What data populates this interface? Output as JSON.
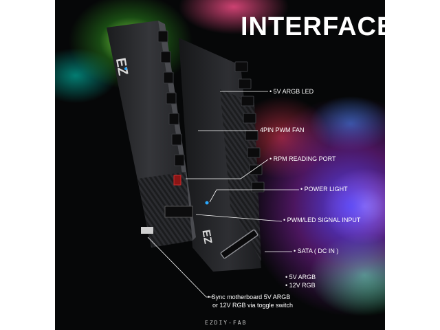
{
  "title": "INTERFACE",
  "labels": {
    "argb_led": "• 5V ARGB LED",
    "pwm_fan": "4PIN PWM FAN",
    "rpm_port": "• RPM READING PORT",
    "power_light": "• POWER LIGHT",
    "signal_input": "• PWM/LED SIGNAL INPUT",
    "sata": "• SATA ( DC IN )",
    "argb_5v": "• 5V ARGB",
    "rgb_12v": "• 12V RGB",
    "sync_line1": "• Sync motherboard 5V ARGB",
    "sync_line2": "or 12V RGB via toggle switch"
  },
  "logo_text": "EZ",
  "brand": "EZDIY-FAB",
  "colors": {
    "background": "#060708",
    "text": "#ffffff",
    "hub_body": "#2a2b2e",
    "power_led": "#2aa9ff"
  }
}
